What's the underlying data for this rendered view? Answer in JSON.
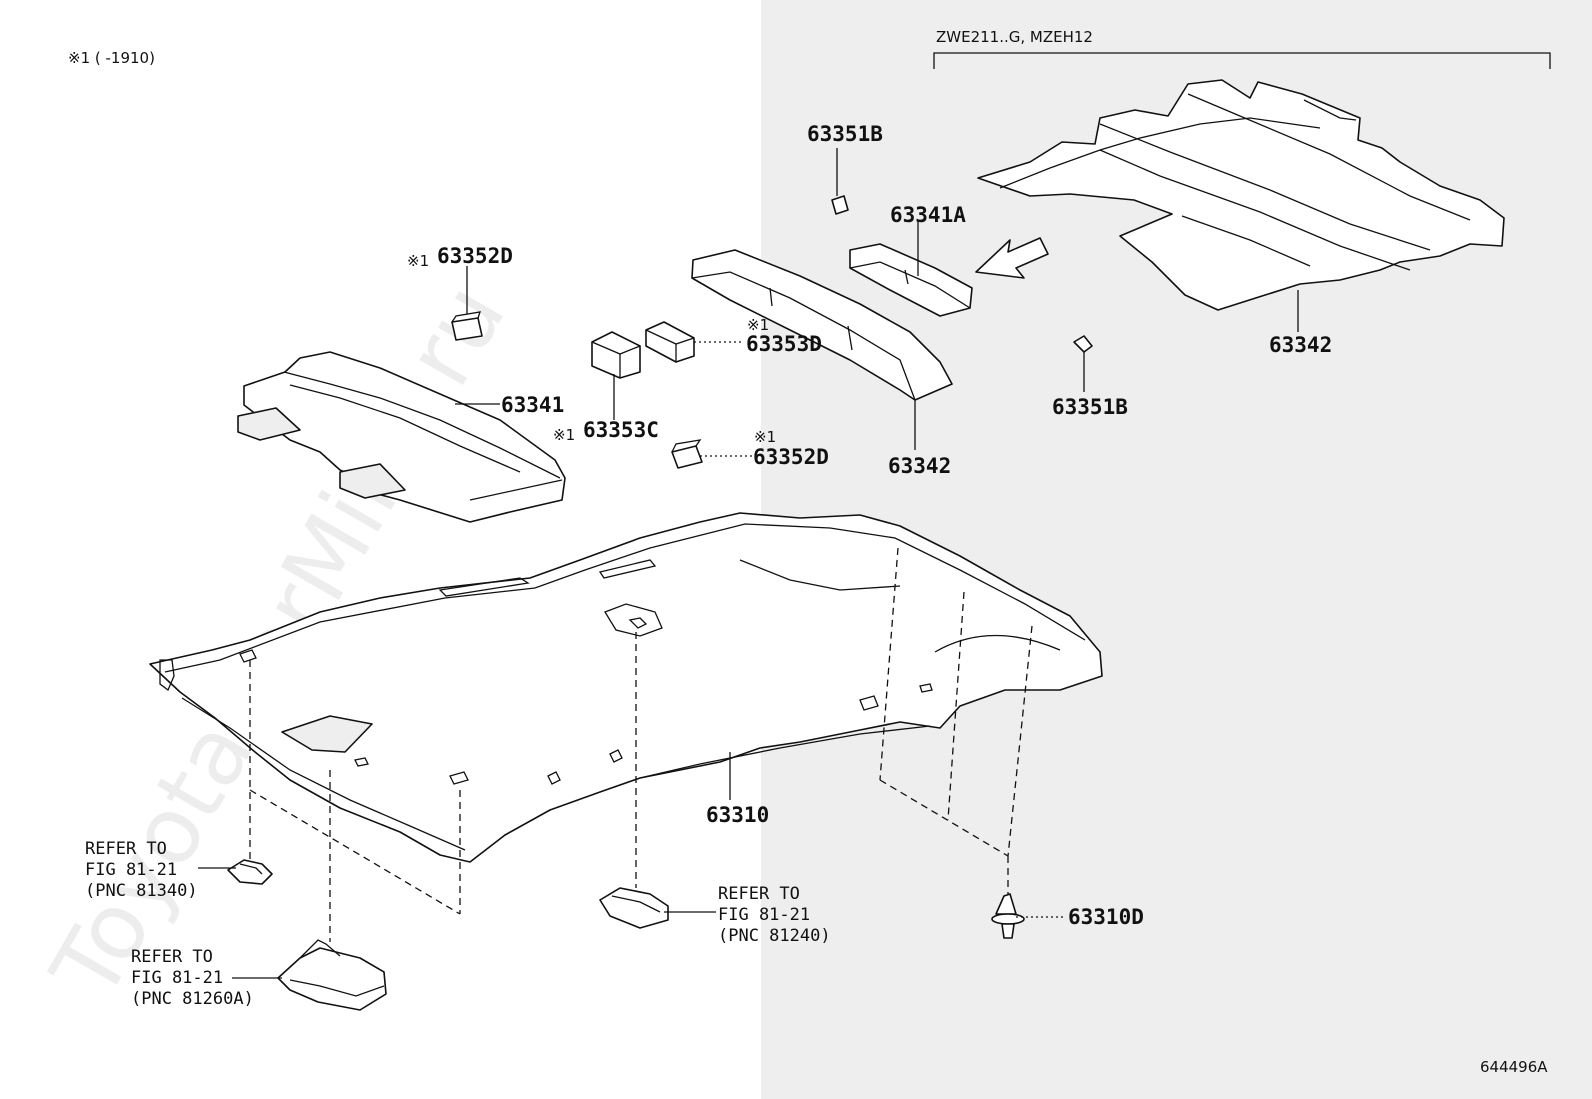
{
  "watermark": "ToyotaCarMine.ru",
  "footnote": "※1 (     -1910)",
  "variant_bracket": "ZWE211..G, MZEH12",
  "figure_code": "644496A",
  "callouts": [
    {
      "id": "63351B-top",
      "text": "63351B"
    },
    {
      "id": "63341A",
      "text": "63341A"
    },
    {
      "id": "63352D-top",
      "text": "63352D",
      "mark": "※1"
    },
    {
      "id": "63353D",
      "text": "63353D",
      "mark": "※1"
    },
    {
      "id": "63341",
      "text": "63341"
    },
    {
      "id": "63353C",
      "text": "63353C",
      "mark": "※1"
    },
    {
      "id": "63352D-low",
      "text": "63352D",
      "mark": "※1"
    },
    {
      "id": "63342-mid",
      "text": "63342"
    },
    {
      "id": "63342-right",
      "text": "63342"
    },
    {
      "id": "63351B-low",
      "text": "63351B"
    },
    {
      "id": "63310",
      "text": "63310"
    },
    {
      "id": "63310D",
      "text": "63310D"
    }
  ],
  "references": [
    {
      "id": "ref-81340",
      "lines": [
        "REFER TO",
        "FIG 81-21",
        "(PNC 81340)"
      ]
    },
    {
      "id": "ref-81260A",
      "lines": [
        "REFER TO",
        "FIG 81-21",
        "(PNC 81260A)"
      ]
    },
    {
      "id": "ref-81240",
      "lines": [
        "REFER TO",
        "FIG 81-21",
        "(PNC 81240)"
      ]
    }
  ]
}
